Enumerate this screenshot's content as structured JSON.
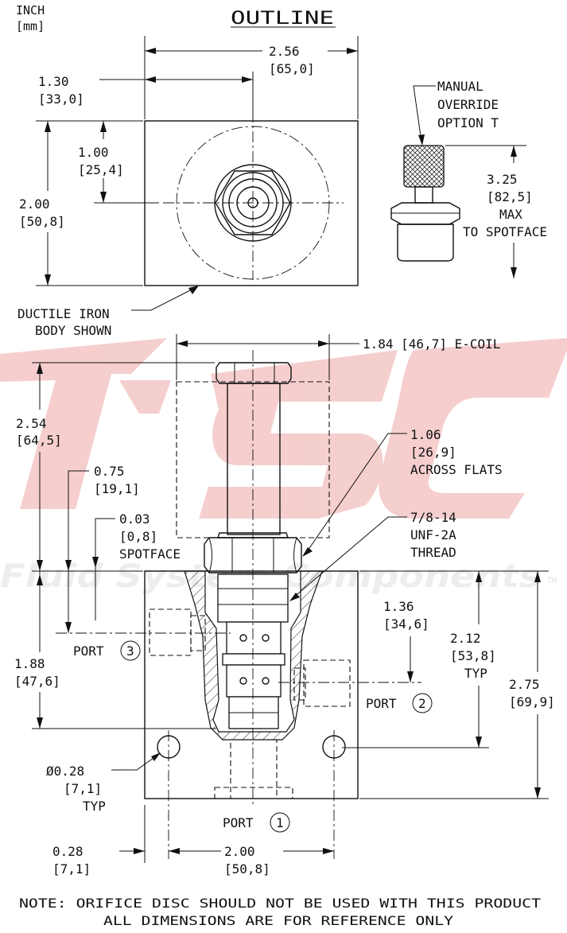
{
  "units": {
    "inch": "INCH",
    "mm": "[mm]"
  },
  "title": "OUTLINE",
  "watermark": {
    "text": "Fluid System Components",
    "tm": "TM"
  },
  "top_view": {
    "width": {
      "in": "2.56",
      "mm": "[65,0]"
    },
    "half_width": {
      "in": "1.30",
      "mm": "[33,0]"
    },
    "half_height": {
      "in": "1.00",
      "mm": "[25,4]"
    },
    "height": {
      "in": "2.00",
      "mm": "[50,8]"
    },
    "body_note": [
      "DUCTILE IRON",
      "BODY SHOWN"
    ]
  },
  "override": {
    "label": [
      "MANUAL",
      "OVERRIDE",
      "OPTION T"
    ],
    "dim": {
      "in": "3.25",
      "mm": "[82,5]",
      "max": "MAX",
      "ref": "TO SPOTFACE"
    }
  },
  "front_view": {
    "coil": "1.84  [46,7] E-COIL",
    "height": {
      "in": "2.54",
      "mm": "[64,5]"
    },
    "flats": {
      "in": "1.06",
      "mm": "[26,9]",
      "note": "ACROSS FLATS"
    },
    "port3_depth": {
      "in": "0.75",
      "mm": "[19,1]"
    },
    "spotface": {
      "in": "0.03",
      "mm": "[0,8]",
      "note": "SPOTFACE"
    },
    "thread": {
      "size": "7/8-14",
      "spec": "UNF-2A",
      "note": "THREAD"
    },
    "port2_depth": {
      "in": "1.36",
      "mm": "[34,6]"
    },
    "port2_typ": {
      "in": "2.12",
      "mm": "[53,8]",
      "typ": "TYP"
    },
    "body_height": {
      "in": "2.75",
      "mm": "[69,9]"
    },
    "cavity": {
      "in": "1.88",
      "mm": "[47,6]"
    },
    "mount_hole": {
      "dia": "Ø0.28",
      "mm": "[7,1]",
      "typ": "TYP"
    },
    "edge": {
      "in": "0.28",
      "mm": "[7,1]"
    },
    "spacing": {
      "in": "2.00",
      "mm": "[50,8]"
    },
    "ports": {
      "port_word": "PORT",
      "p1": "1",
      "p2": "2",
      "p3": "3"
    }
  },
  "notes": [
    "NOTE: ORIFICE DISC SHOULD NOT BE USED WITH THIS PRODUCT",
    "ALL DIMENSIONS ARE FOR REFERENCE ONLY"
  ]
}
